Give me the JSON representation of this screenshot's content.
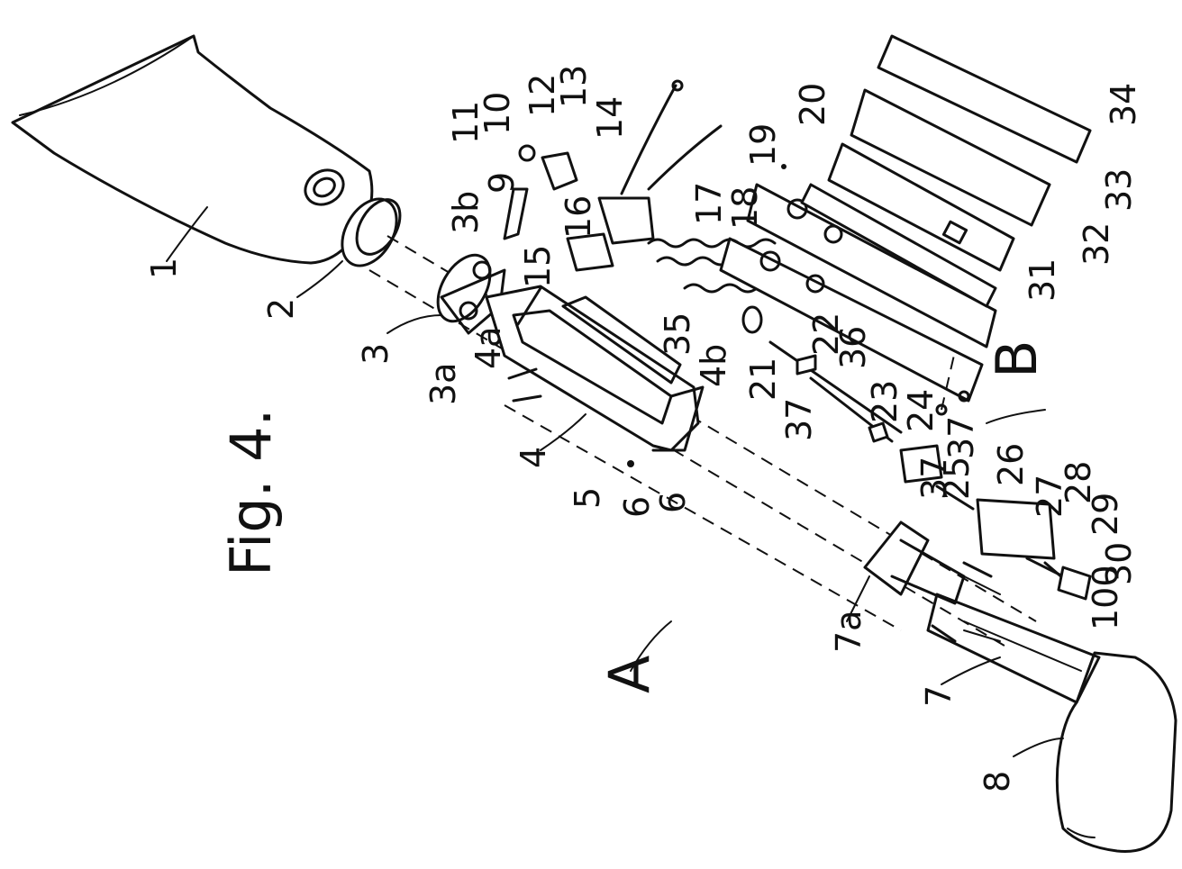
{
  "figure": {
    "title": "Fig. 4.",
    "group_labels": {
      "assembly_a": "A",
      "assembly_b": "B"
    },
    "part_labels": [
      {
        "id": "p1",
        "text": "1"
      },
      {
        "id": "p2",
        "text": "2"
      },
      {
        "id": "p3",
        "text": "3"
      },
      {
        "id": "p3a",
        "text": "3a"
      },
      {
        "id": "p3b",
        "text": "3b"
      },
      {
        "id": "p4",
        "text": "4"
      },
      {
        "id": "p4a",
        "text": "4a"
      },
      {
        "id": "p4b",
        "text": "4b"
      },
      {
        "id": "p5",
        "text": "5"
      },
      {
        "id": "p6a",
        "text": "6"
      },
      {
        "id": "p6b",
        "text": "6"
      },
      {
        "id": "p7",
        "text": "7"
      },
      {
        "id": "p7a",
        "text": "7a"
      },
      {
        "id": "p8",
        "text": "8"
      },
      {
        "id": "p9",
        "text": "9"
      },
      {
        "id": "p10",
        "text": "10"
      },
      {
        "id": "p11",
        "text": "11"
      },
      {
        "id": "p12",
        "text": "12"
      },
      {
        "id": "p13",
        "text": "13"
      },
      {
        "id": "p14",
        "text": "14"
      },
      {
        "id": "p15",
        "text": "15"
      },
      {
        "id": "p16",
        "text": "16"
      },
      {
        "id": "p17",
        "text": "17"
      },
      {
        "id": "p18",
        "text": "18"
      },
      {
        "id": "p19",
        "text": "19"
      },
      {
        "id": "p20",
        "text": "20"
      },
      {
        "id": "p21",
        "text": "21"
      },
      {
        "id": "p22",
        "text": "22"
      },
      {
        "id": "p23",
        "text": "23"
      },
      {
        "id": "p24",
        "text": "24"
      },
      {
        "id": "p25",
        "text": "25"
      },
      {
        "id": "p26",
        "text": "26"
      },
      {
        "id": "p27",
        "text": "27"
      },
      {
        "id": "p28",
        "text": "28"
      },
      {
        "id": "p29",
        "text": "29"
      },
      {
        "id": "p30",
        "text": "30"
      },
      {
        "id": "p31",
        "text": "31"
      },
      {
        "id": "p32",
        "text": "32"
      },
      {
        "id": "p33",
        "text": "33"
      },
      {
        "id": "p34",
        "text": "34"
      },
      {
        "id": "p35",
        "text": "35"
      },
      {
        "id": "p36",
        "text": "36"
      },
      {
        "id": "p37a",
        "text": "37"
      },
      {
        "id": "p37b",
        "text": "37"
      },
      {
        "id": "p37c",
        "text": "37"
      },
      {
        "id": "p100",
        "text": "100"
      }
    ]
  }
}
